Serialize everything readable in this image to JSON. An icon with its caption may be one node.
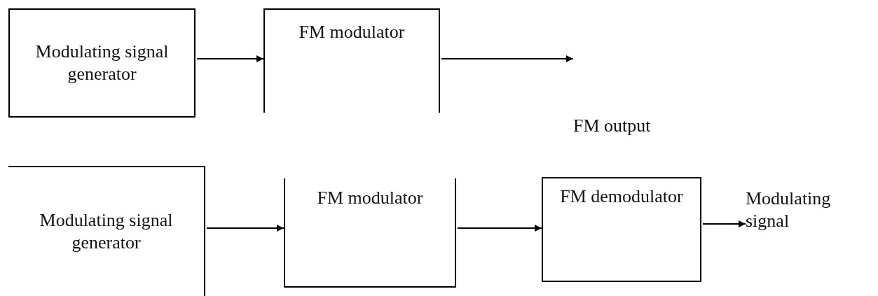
{
  "diagram": {
    "nodes": [
      {
        "text": [
          "Modulating signal generator"
        ]
      },
      {
        "text": [
          "FM modulator"
        ]
      },
      {
        "text": [
          "FM output"
        ]
      },
      {
        "text": [
          "Modulating signal generator"
        ]
      },
      {
        "text": [
          "FM modulator"
        ]
      },
      {
        "text": [
          "FM demodulator"
        ]
      },
      {
        "text": [
          "Modulating signal"
        ]
      }
    ],
    "edges": [
      {
        "from": 0,
        "to": 1,
        "arrow": "to"
      },
      {
        "from": 1,
        "to": 2,
        "arrow": "to"
      },
      {
        "from": 3,
        "to": 4,
        "arrow": "to"
      },
      {
        "from": 4,
        "to": 5,
        "arrow": "to"
      },
      {
        "from": 5,
        "to": 6,
        "arrow": "to"
      }
    ]
  }
}
